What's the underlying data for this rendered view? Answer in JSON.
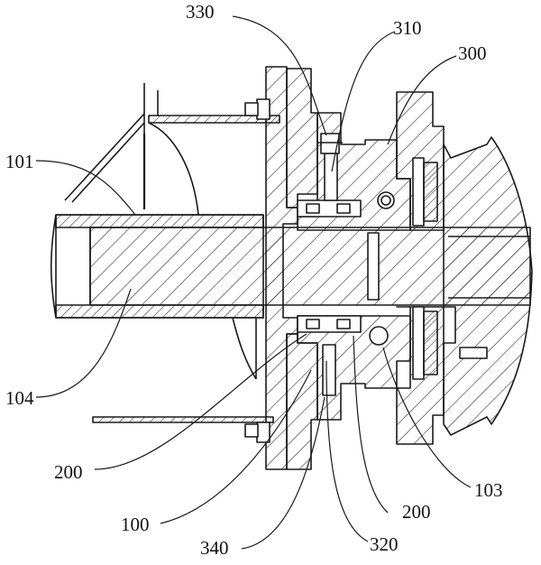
{
  "figure": {
    "labels": {
      "l330": "330",
      "l310": "310",
      "l300": "300",
      "l101": "101",
      "l104": "104",
      "l200_left": "200",
      "l100": "100",
      "l340": "340",
      "l320": "320",
      "l200_right": "200",
      "l103": "103"
    },
    "colors": {
      "line": "#1a1a1a",
      "hatch": "#1a1a1a",
      "background": "#ffffff"
    }
  }
}
